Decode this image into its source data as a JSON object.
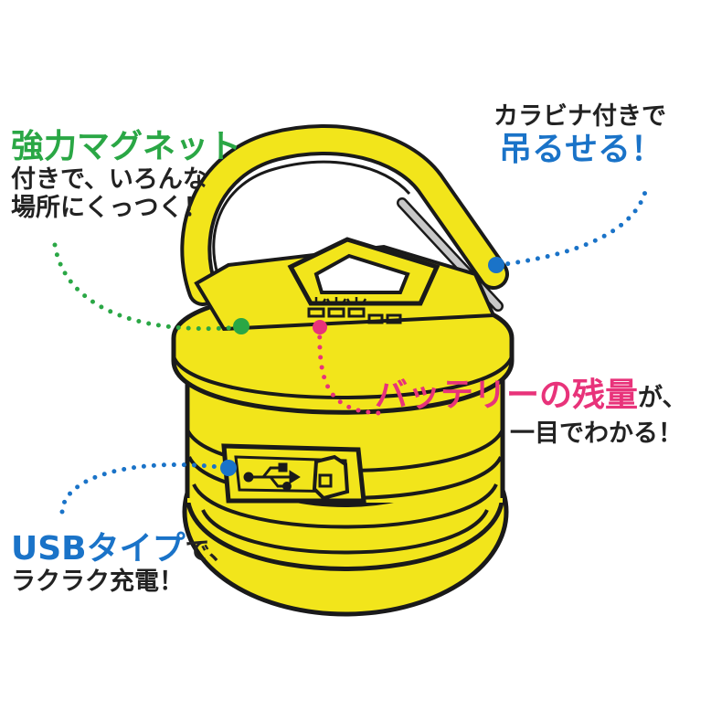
{
  "colors": {
    "background": "#ffffff",
    "body_yellow": "#f2e51b",
    "outline": "#1a1a1a",
    "green_accent": "#2aa745",
    "pink_accent": "#e8337a",
    "blue_accent": "#1a73c8",
    "text_dark": "#222222"
  },
  "magnet_callout": {
    "headline": "強力マグネット",
    "line1": "付きで、いろんな",
    "line2": "場所にくっつく！",
    "dot_color": "#2aa745"
  },
  "carabiner_callout": {
    "line1": "カラビナ付きで",
    "headline": "吊るせる！",
    "dot_color": "#1a73c8"
  },
  "battery_callout": {
    "headline": "バッテリーの残量",
    "suffix": "が、",
    "line2": "一目でわかる！",
    "dot_color": "#e8337a"
  },
  "usb_callout": {
    "headline": "USBタイプ",
    "suffix": "で、",
    "line2": "ラクラク充電！",
    "dot_color": "#1a73c8"
  },
  "battery_indicator": {
    "levels_total": 5,
    "levels_lit": 3
  },
  "icons": {
    "usb_port": "usb-icon",
    "lamp": "lantern-icon"
  }
}
